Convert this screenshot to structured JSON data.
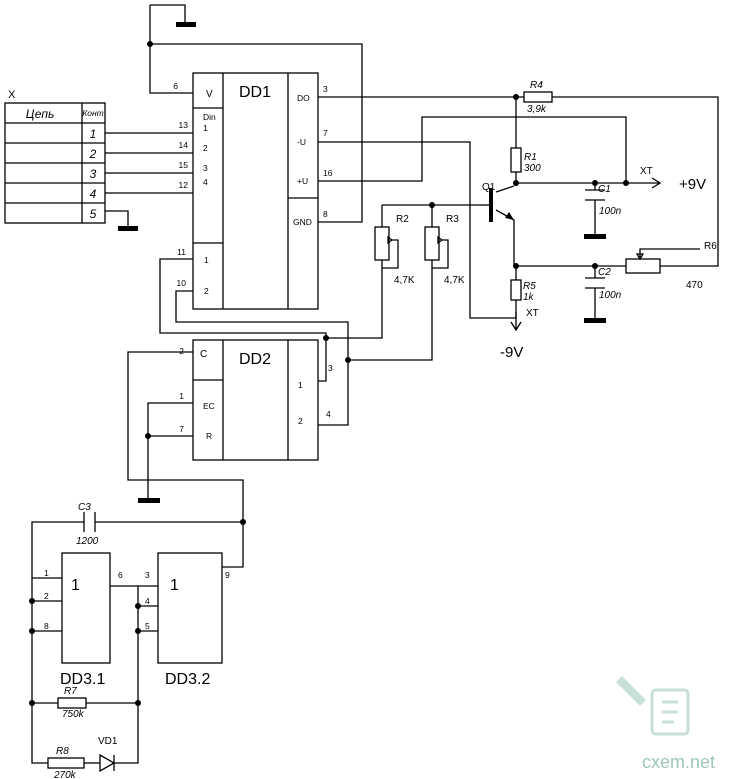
{
  "connector": {
    "name": "X",
    "col_circuit": "Цепь",
    "col_contact": "Конт",
    "contacts": [
      "1",
      "2",
      "3",
      "4",
      "5"
    ]
  },
  "dd1": {
    "name": "DD1",
    "left_pins": [
      {
        "num": "6",
        "label": "V"
      },
      {
        "num": "13",
        "label": "Din"
      },
      {
        "num": "",
        "label": "1"
      },
      {
        "num": "14",
        "label": "2"
      },
      {
        "num": "15",
        "label": "3"
      },
      {
        "num": "12",
        "label": "4"
      },
      {
        "num": "11",
        "label": "1"
      },
      {
        "num": "10",
        "label": "2"
      }
    ],
    "right_pins": [
      {
        "num": "3",
        "label": "DO"
      },
      {
        "num": "7",
        "label": "-U"
      },
      {
        "num": "16",
        "label": "+U"
      },
      {
        "num": "8",
        "label": "GND"
      }
    ]
  },
  "dd2": {
    "name": "DD2",
    "left_pins": [
      {
        "num": "2",
        "label": "C"
      },
      {
        "num": "1",
        "label": "EC"
      },
      {
        "num": "7",
        "label": "R"
      }
    ],
    "right_pins": [
      {
        "num": "3",
        "label": "1"
      },
      {
        "num": "4",
        "label": "2"
      }
    ]
  },
  "dd3_1": {
    "name": "DD3.1",
    "symbol": "1",
    "pins": [
      "1",
      "2",
      "8",
      "6"
    ]
  },
  "dd3_2": {
    "name": "DD3.2",
    "symbol": "1",
    "pins": [
      "3",
      "4",
      "5",
      "9"
    ]
  },
  "components": {
    "r1": {
      "name": "R1",
      "value": "300"
    },
    "r2": {
      "name": "R2",
      "value": "4,7K"
    },
    "r3": {
      "name": "R3",
      "value": "4,7K"
    },
    "r4": {
      "name": "R4",
      "value": "3,9k"
    },
    "r5": {
      "name": "R5",
      "value": "1k"
    },
    "r6": {
      "name": "R6",
      "value": "470"
    },
    "r7": {
      "name": "R7",
      "value": "750k"
    },
    "r8": {
      "name": "R8",
      "value": "270k"
    },
    "c1": {
      "name": "C1",
      "value": "100n"
    },
    "c2": {
      "name": "C2",
      "value": "100n"
    },
    "c3": {
      "name": "C3",
      "value": "1200"
    },
    "q1": {
      "name": "Q1"
    },
    "vd1": {
      "name": "VD1"
    }
  },
  "terminals": {
    "xt_plus": {
      "name": "XT",
      "voltage": "+9V"
    },
    "xt_minus": {
      "name": "XT",
      "voltage": "-9V"
    }
  },
  "watermark": "cxem.net"
}
